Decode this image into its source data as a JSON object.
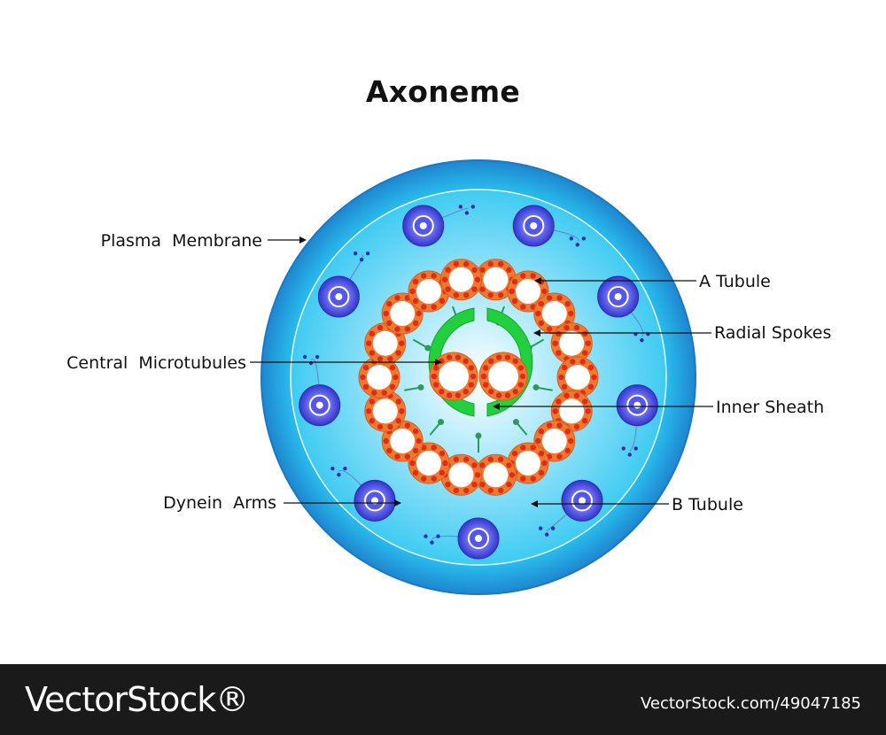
{
  "diagram": {
    "title": "Axoneme",
    "labels": {
      "plasma_membrane": "Plasma  Membrane",
      "central_microtubules": "Central  Microtubules",
      "dynein_arms": "Dynein  Arms",
      "a_tubule": "A Tubule",
      "radial_spokes": "Radial Spokes",
      "inner_sheath": "Inner Sheath",
      "b_tubule": "B Tubule"
    },
    "outer_doublet_count": 9,
    "central_pair_count": 2,
    "colors": {
      "membrane": "#2196d8",
      "cytoplasm": "#49d2f5",
      "a_tubule": "#ef7a2e",
      "b_tubule": "#3c3fd0",
      "dots": "#e02b1b",
      "sheath": "#22cf3c",
      "spoke": "#2e9a58"
    }
  },
  "footer": {
    "brand": "VectorStock®",
    "image_id": "VectorStock.com/49047185"
  }
}
